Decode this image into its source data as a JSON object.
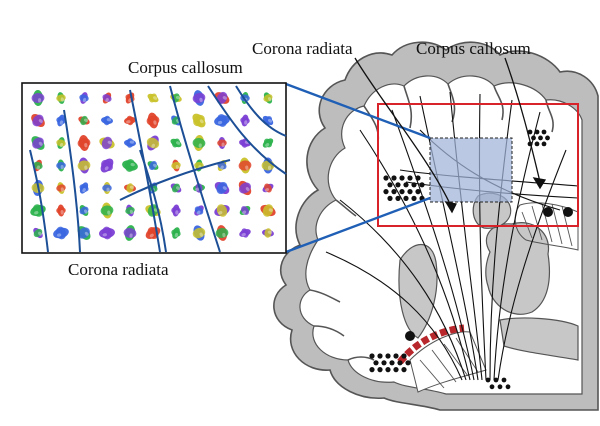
{
  "labels": {
    "corpus_callosum_left": "Corpus callosum",
    "corona_radiata_bottom": "Corona radiata",
    "corona_radiata_top": "Corona radiata",
    "corpus_callosum_right": "Corpus callosum"
  },
  "colors": {
    "roi_box": "#d9232a",
    "zoom_lines": "#1f5fb5",
    "inset_fibers": "#1c4f96",
    "selected_region": "#9fb3d8",
    "cortex_gray": "#bdbdbd",
    "deep_gray": "#c7c7c7",
    "caudate_red": "#b8272b",
    "background": "#ffffff"
  },
  "icons": {
    "glyph_field": "diffusion-odf-glyph",
    "fiber_bundle": "white-matter-fiber"
  }
}
